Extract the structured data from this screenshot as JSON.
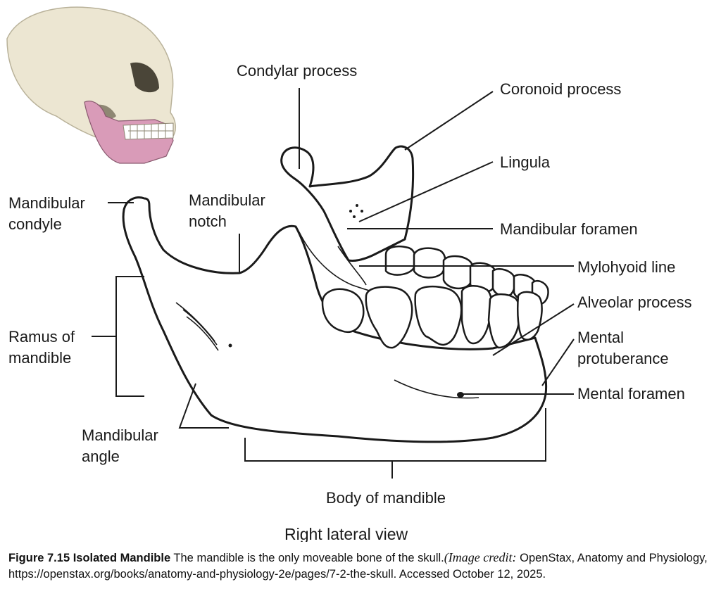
{
  "labels": {
    "condylar_process": "Condylar process",
    "coronoid_process": "Coronoid process",
    "lingula": "Lingula",
    "mandibular_foramen": "Mandibular foramen",
    "mylohyoid_line": "Mylohyoid line",
    "alveolar_process": "Alveolar process",
    "mental_protuberance_1": "Mental",
    "mental_protuberance_2": "protuberance",
    "mental_foramen": "Mental foramen",
    "mandibular_condyle_1": "Mandibular",
    "mandibular_condyle_2": "condyle",
    "mandibular_notch_1": "Mandibular",
    "mandibular_notch_2": "notch",
    "ramus_1": "Ramus of",
    "ramus_2": "mandible",
    "mandibular_angle_1": "Mandibular",
    "mandibular_angle_2": "angle",
    "body_of_mandible": "Body of mandible"
  },
  "view_label": "Right lateral view",
  "caption": {
    "figure_title": "Figure 7.15 Isolated Mandible",
    "text": " The mandible is the only moveable bone of the skull.",
    "credit_label": "(Image credit:",
    "credit_text": " OpenStax, Anatomy and Physiology, https://openstax.org/books/anatomy-and-physiology-2e/pages/7-2-the-skull. Accessed October 12, 2025."
  },
  "colors": {
    "skull": "#ece6d2",
    "mandible_highlight": "#d99bb8",
    "outline": "#1a1a1a"
  }
}
